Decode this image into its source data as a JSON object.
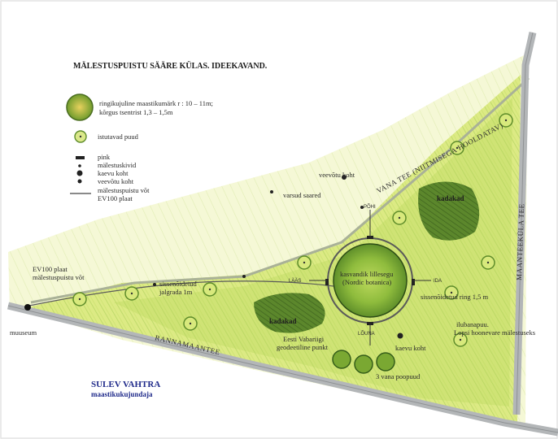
{
  "title": "MÄLESTUSPUISTU SÄÄRE KÜLAS. IDEEKAVAND.",
  "legend": {
    "mound_line1": "ringikujuline maastikumärk r :  10 – 11m;",
    "mound_line2": "kõrgus tsentrist 1,3 – 1,5m",
    "trees": "istutavad puud",
    "bench": "pink",
    "stones": "mälestuskivid",
    "well": "kaevu koht",
    "water": "veevõtu koht",
    "path_line1": "mälestuspuistu võt",
    "path_line2": "EV100 plaat"
  },
  "roads": {
    "vana_tee": "VANA TEE (NIITMISEGA HOOLDATAV)",
    "maanteekula": "MAANTEEKÜLA TEE",
    "rannamaantee": "RANNAMAANTEE"
  },
  "labels": {
    "ev100_1": "EV100 plaat",
    "ev100_2": "mälestuspuistu võt",
    "muuseum": "muuseum",
    "sissenoidetud_1": "sissenõidetud",
    "sissenoidetud_2": "jalgrada 1m",
    "veevotu_top": "veevõtu koht",
    "varsud": "varsud saared",
    "kadakad_right": "kadakad",
    "kadakad_left": "kadakad",
    "circle_1": "kasvandik lillesegu",
    "circle_2": "(Nordic botanica)",
    "ring": "sissenõidetud ring 1,5 m",
    "laas": "LÄÄS",
    "ida": "IDA",
    "pohi": "PÕHI",
    "louna": "LÕUNA",
    "geodeetiline_1": "Eesti Vabariigi",
    "geodeetiline_2": "geodeetiline punkt",
    "kaevu": "kaevu koht",
    "poopuud": "3 vana poopuud",
    "habanapuu_1": "ilubanapuu.",
    "habanapuu_2": "Lopsi hoonevare mälestuseks"
  },
  "signature": {
    "name": "SULEV VAHTRA",
    "role": "maastikukujundaja"
  },
  "colors": {
    "grass_light": "#e6ef9a",
    "grass_mid": "#b8d65a",
    "grass_dark": "#6c9a2e",
    "road": "#b9b9bd",
    "ink": "#333333",
    "signature": "#1f2a8a"
  }
}
